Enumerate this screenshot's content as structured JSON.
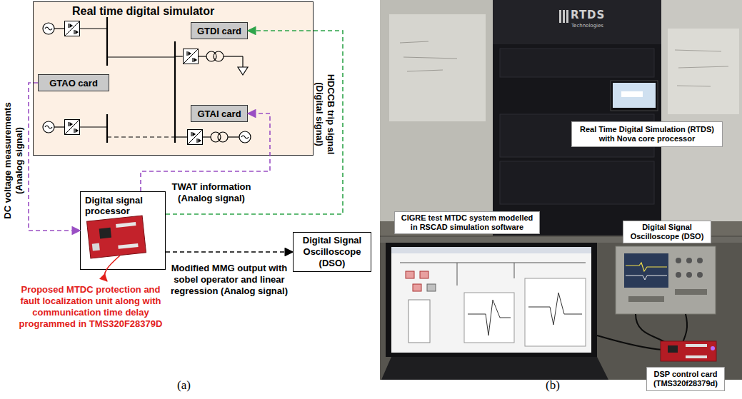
{
  "diagram": {
    "nodes": [
      {
        "text": [
          "Real time digital simulator"
        ]
      },
      {
        "text": [
          "GTDI card"
        ],
        "in": 0
      },
      {
        "text": [
          "GTAO card"
        ],
        "in": 0
      },
      {
        "text": [
          "GTAI card"
        ],
        "in": 0
      },
      {
        "text": [
          "Digital signal processor"
        ]
      },
      {
        "text": [
          "Digital Signal Oscilloscope (DSO)"
        ]
      },
      {
        "text": [
          "Real Time Digital Simulation (RTDS) with Nova core processor"
        ]
      },
      {
        "text": [
          "CIGRE test MTDC system modelled in RSCAD simulation software"
        ]
      },
      {
        "text": [
          "Digital Signal Oscilloscope (DSO)"
        ]
      },
      {
        "text": [
          "DSP control card (TMS320f28379d)"
        ]
      }
    ],
    "edges": [
      {
        "from": 2,
        "to": 4,
        "arrow": "to",
        "label": "DC voltage measurements (Analog signal)"
      },
      {
        "from": 4,
        "to": 3,
        "arrow": "to",
        "label": "TWAT information (Analog signal)"
      },
      {
        "from": 4,
        "to": 1,
        "arrow": "to",
        "label": "HDCCB trip signal (Digital signal)"
      },
      {
        "from": 4,
        "to": 5,
        "arrow": "to",
        "label": "Modified MMG output with sobel operator and linear regression (Analog signal)"
      }
    ],
    "labels": [
      "Proposed MTDC protection and fault localization unit along with communication time delay programmed in TMS320F28379D",
      "(a)",
      "(b)",
      "RTDS",
      "Technologies"
    ]
  }
}
